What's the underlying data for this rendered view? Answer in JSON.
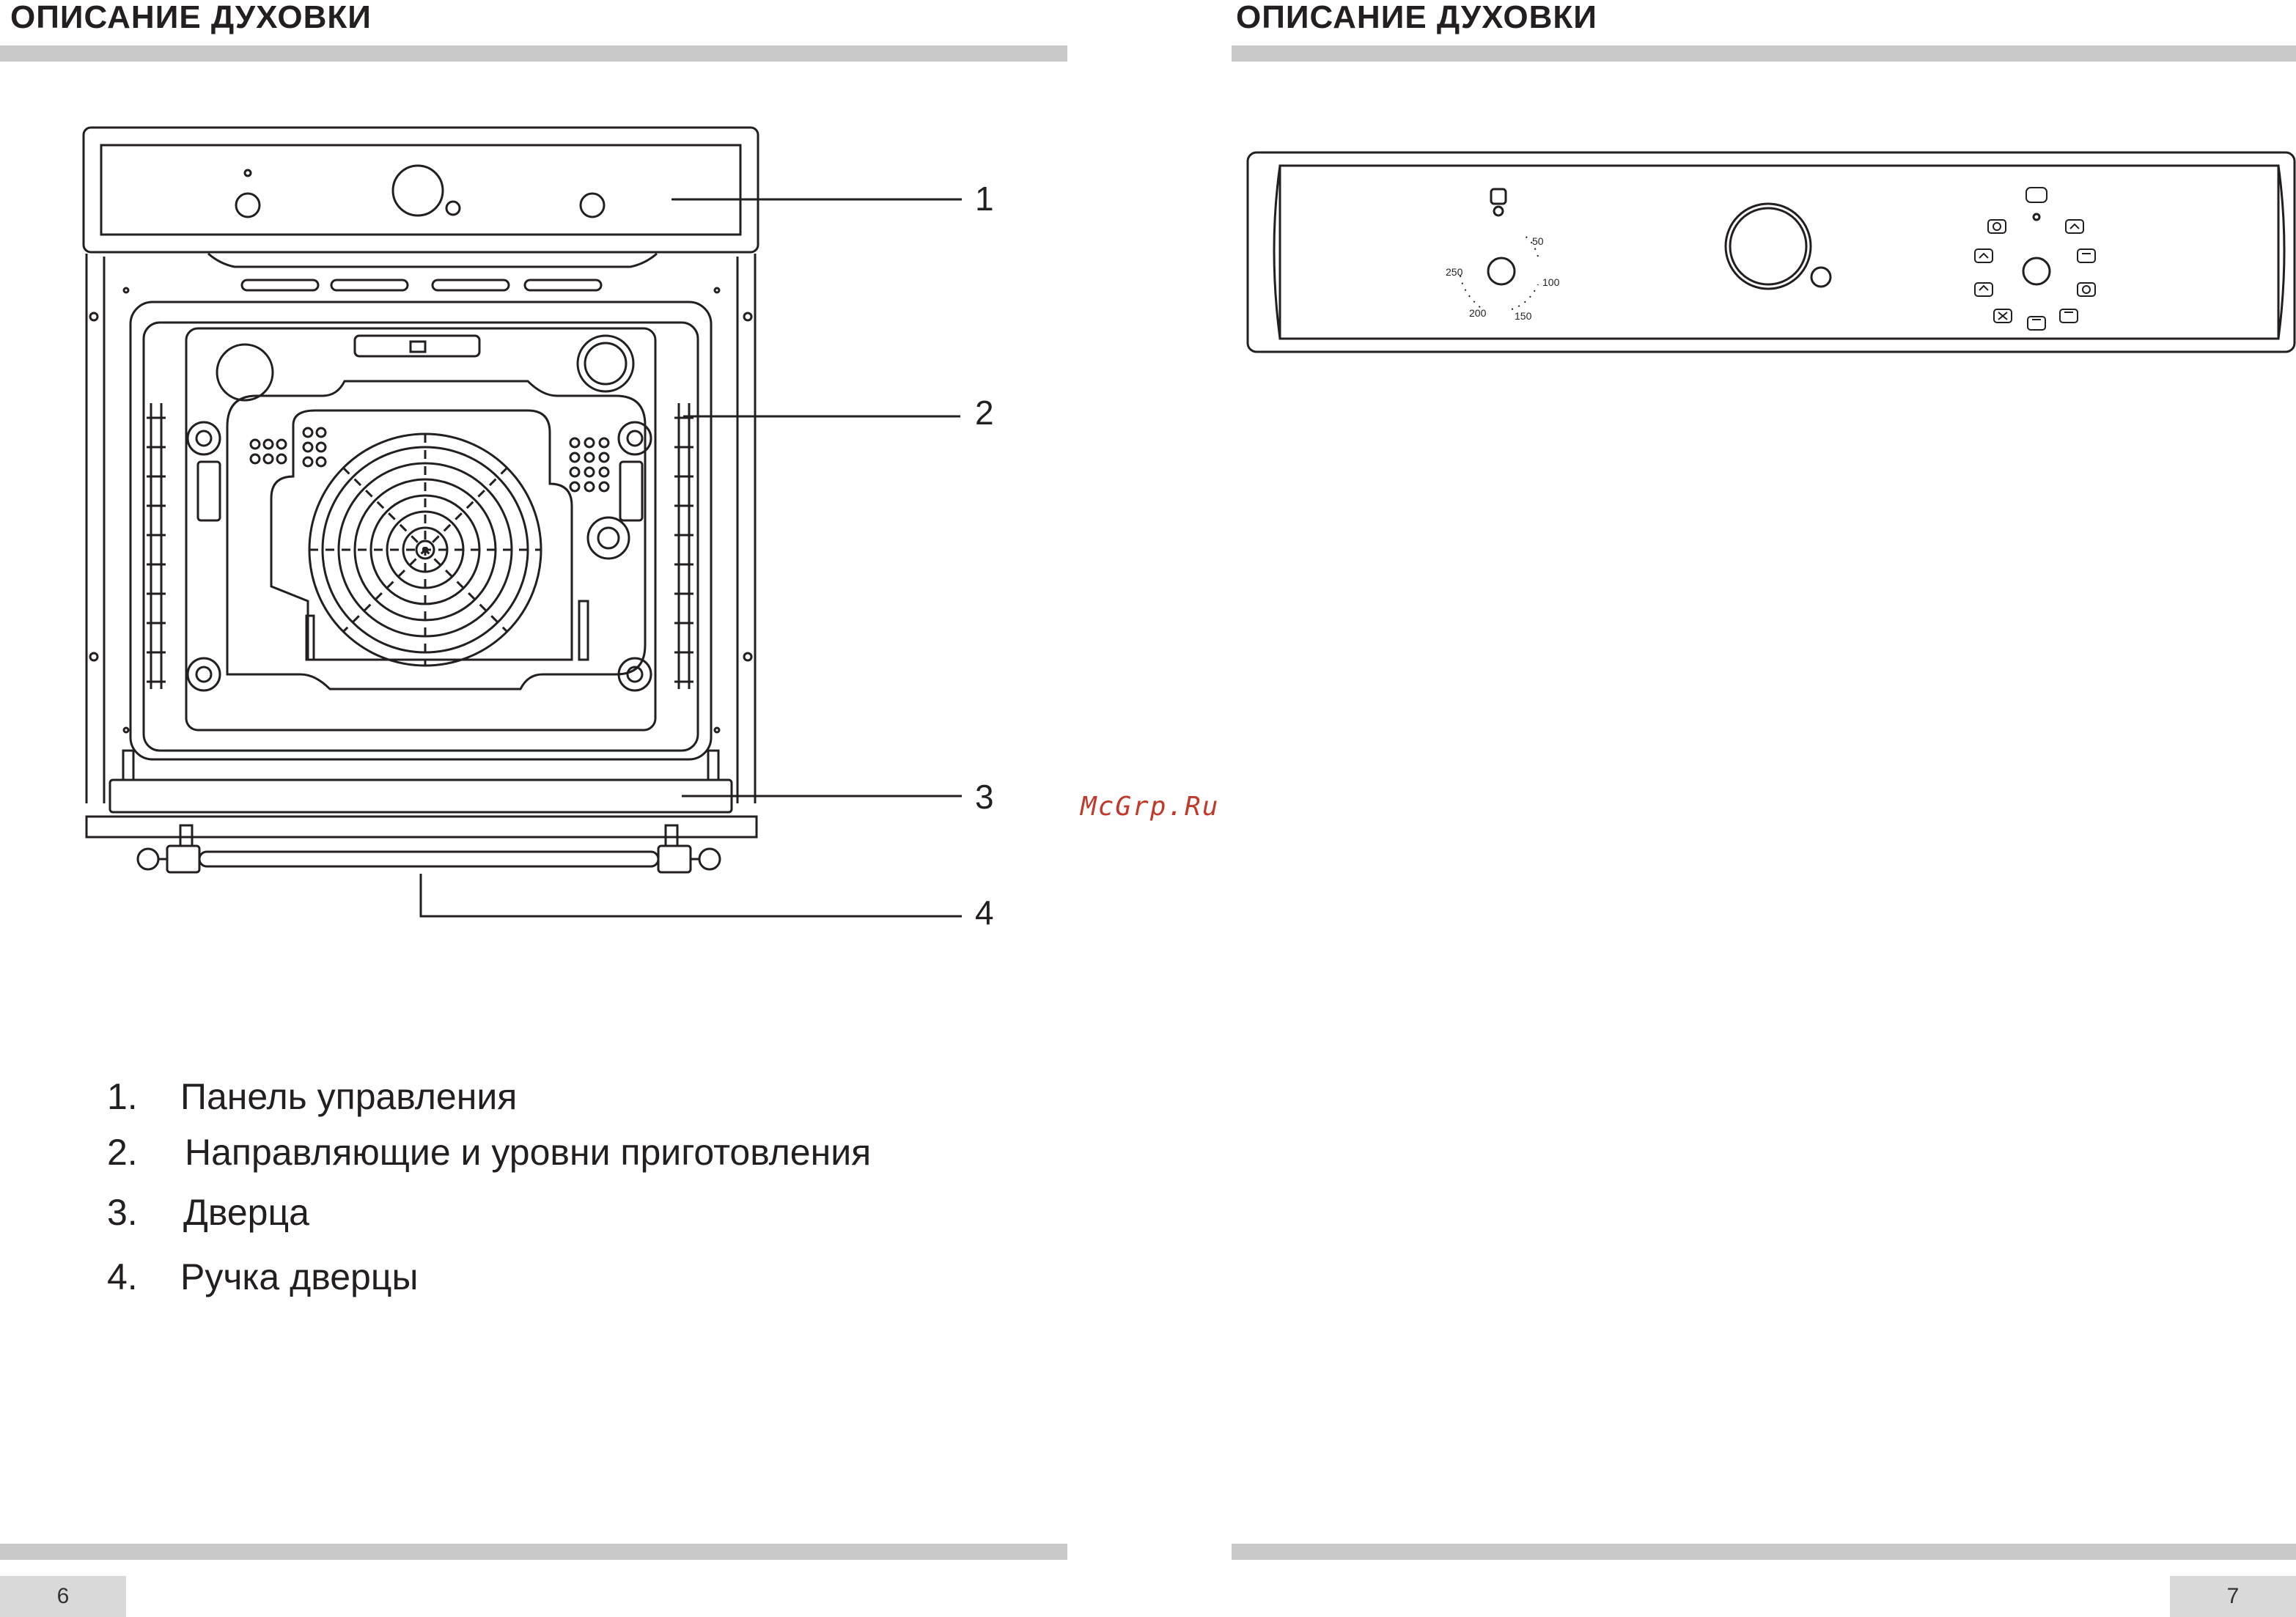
{
  "left_page": {
    "title": "ОПИСАНИЕ ДУХОВКИ",
    "page_number": "6",
    "callouts": [
      "1",
      "2",
      "3",
      "4"
    ],
    "legend": [
      {
        "num": "1.",
        "text": "Панель управления"
      },
      {
        "num": "2.",
        "text": "Направляющие и уровни приготовления"
      },
      {
        "num": "3.",
        "text": "Дверца"
      },
      {
        "num": "4.",
        "text": "Ручка дверцы"
      }
    ]
  },
  "right_page": {
    "title": "ОПИСАНИЕ ДУХОВКИ",
    "page_number": "7",
    "thermostat_scale": [
      "50",
      "100",
      "150",
      "200",
      "250"
    ]
  },
  "watermark": "McGrp.Ru",
  "colors": {
    "bar": "#c8c8c8",
    "ink": "#231f20",
    "watermark": "#c0392b"
  }
}
